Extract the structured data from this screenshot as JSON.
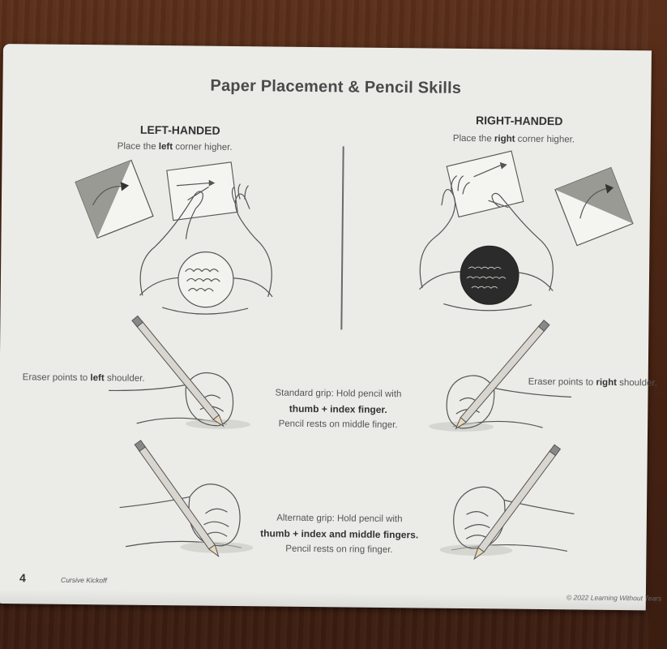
{
  "page": {
    "title": "Paper Placement & Pencil Skills",
    "left": {
      "heading": "LEFT-HANDED",
      "instruction_pre": "Place the ",
      "instruction_bold": "left",
      "instruction_post": " corner higher."
    },
    "right": {
      "heading": "RIGHT-HANDED",
      "instruction_pre": "Place the ",
      "instruction_bold": "right",
      "instruction_post": " corner higher."
    },
    "eraser_left_pre": "Eraser points to ",
    "eraser_left_bold": "left",
    "eraser_left_post": " shoulder.",
    "eraser_right_pre": "Eraser points to ",
    "eraser_right_bold": "right",
    "eraser_right_post": " shoulder.",
    "standard_grip": {
      "line1": "Standard grip: Hold pencil with",
      "line2": "thumb + index finger.",
      "line3": "Pencil rests on middle finger."
    },
    "alternate_grip": {
      "line1": "Alternate grip: Hold pencil with",
      "line2": "thumb + index and middle fingers.",
      "line3": "Pencil rests on ring finger."
    },
    "footer": {
      "page_number": "4",
      "book_title": "Cursive Kickoff",
      "copyright": "© 2022 Learning Without Tears"
    }
  },
  "colors": {
    "paper": "#ebece8",
    "ink": "#333333",
    "wood": "#4a2514",
    "pencil_body": "#d8d6cf"
  },
  "icons": [
    "paper-left-icon",
    "paper-right-icon",
    "child-left-icon",
    "child-right-icon",
    "grip-hand-icon"
  ]
}
